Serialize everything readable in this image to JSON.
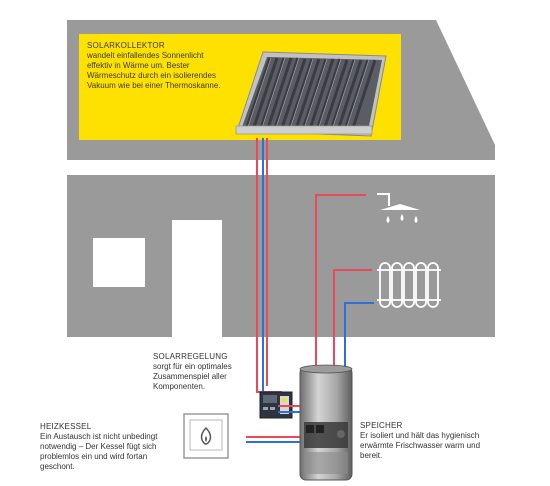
{
  "colors": {
    "house": "#9a9a9a",
    "house_light": "#ededed",
    "highlight": "#ffe100",
    "pipe_hot": "#e84a5a",
    "pipe_cold": "#2f6fd8",
    "panel_frame": "#b6b6b6",
    "tube": "#4a4d55",
    "tank": "#8c8c8c"
  },
  "icons": [
    "shower-head-icon",
    "radiator-icon",
    "boiler-flame-icon",
    "controller-icon",
    "storage-tank-icon",
    "solar-collector-icon"
  ],
  "solarkollektor": {
    "title": "SOLARKOLLEKTOR",
    "lines": [
      "wandelt einfallendes Sonnenlicht",
      "effektiv in Wärme um. Bester",
      "Wärmeschutz durch ein isolierendes",
      "Vakuum wie bei einer Thermoskanne."
    ]
  },
  "solarregelung": {
    "title": "SOLARREGELUNG",
    "lines": [
      "sorgt für ein optimales",
      "Zusammenspiel aller",
      "Komponenten."
    ]
  },
  "heizkessel": {
    "title": "HEIZKESSEL",
    "lines": [
      "Ein Austausch ist nicht unbedingt",
      "notwendig – Der Kessel fügt sich",
      "problemlos ein und wird fortan",
      "geschont."
    ]
  },
  "speicher": {
    "title": "SPEICHER",
    "lines": [
      "Er isoliert und hält das hygienisch",
      "erwärmte Frischwasser warm und",
      "bereit."
    ]
  }
}
